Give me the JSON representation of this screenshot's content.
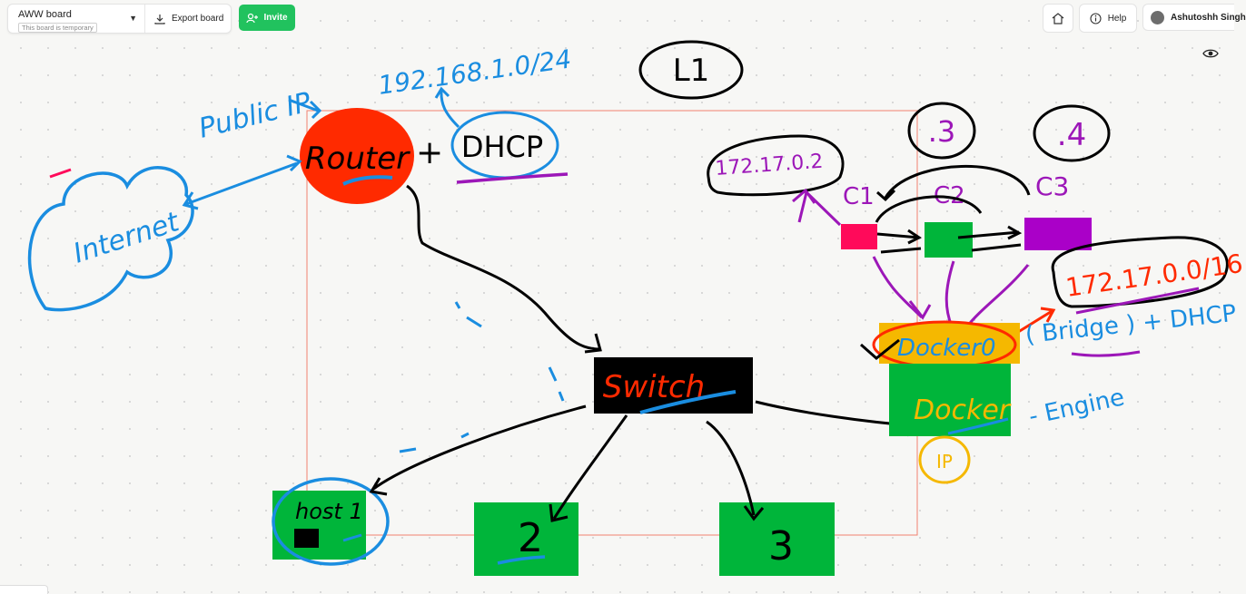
{
  "toolbar": {
    "board_title": "AWW board",
    "board_temporary": "This board is temporary",
    "export_label": "Export board",
    "invite_label": "Invite",
    "help_label": "Help",
    "user_name": "Ashutoshh Singh"
  },
  "icons": {
    "board_dropdown": "chevron-down-icon",
    "export": "download-icon",
    "invite": "add-user-icon",
    "home": "home-icon",
    "help": "info-icon",
    "view": "eye-icon"
  },
  "colors": {
    "router": "#ff2a00",
    "switch": "#000000",
    "host_box": "#00b53a",
    "container_pink": "#ff0a5a",
    "container_purple": "#aa00c8",
    "bridge_box": "#f5b800",
    "annotation_blue": "#1a8de0",
    "annotation_purple": "#9c17b8",
    "annotation_red": "#ff2a00",
    "annotation_yellow": "#f5b800"
  },
  "whiteboard": {
    "layer": "L1",
    "public_ip": "Public IP",
    "subnet": "192.168.1.0/24",
    "router": "Router",
    "plus": "+",
    "dhcp": "DHCP",
    "internet": "Internet",
    "switch": "Switch",
    "host1": "host 1",
    "host2": "2",
    "host3": "3",
    "container_ip": "172.17.0.2",
    "c1_label": "C1",
    "c2_label": "C2",
    "c3_label": "C3",
    "c2_ip_suffix": ".3",
    "c3_ip_suffix": ".4",
    "docker_subnet": "172.17.0.0/16",
    "docker0": "Docker0",
    "bridge_note": "( Bridge ) + DHCP",
    "docker": "Docker",
    "engine_note": "- Engine",
    "ip_note": "IP"
  }
}
